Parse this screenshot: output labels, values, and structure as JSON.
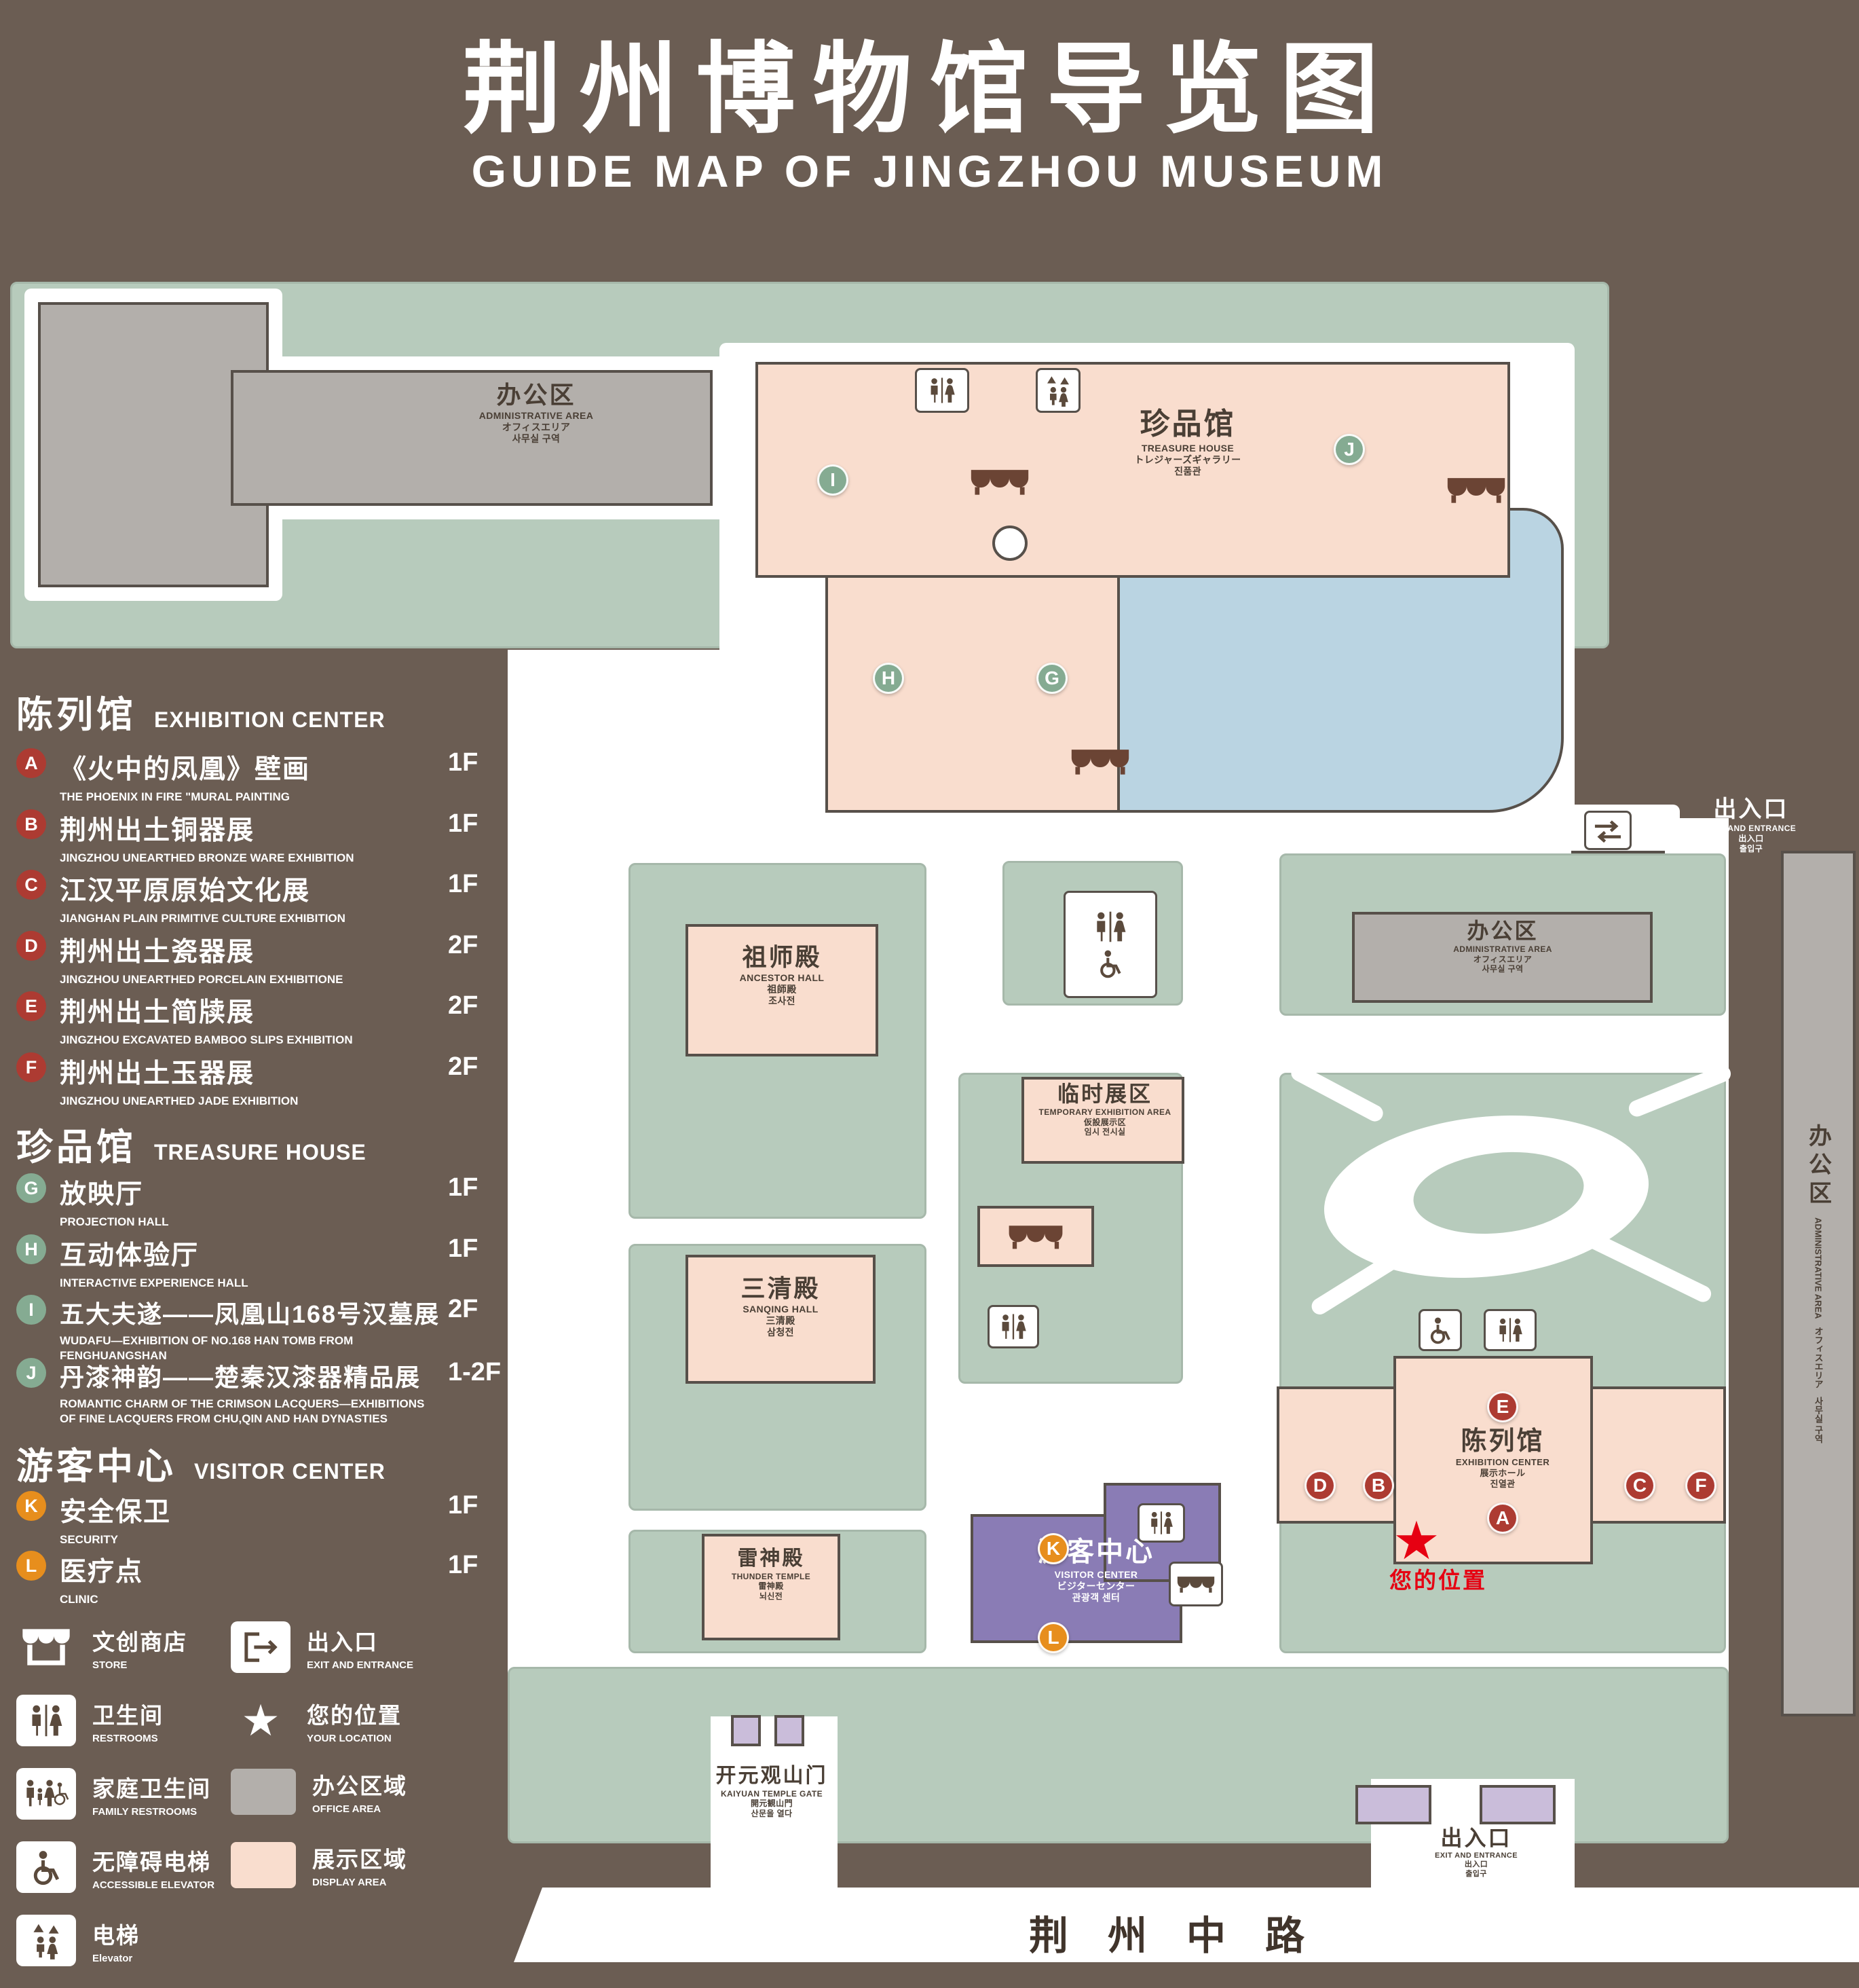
{
  "header": {
    "title_zh": "荆州博物馆导览图",
    "title_en": "GUIDE MAP OF JINGZHOU MUSEUM"
  },
  "sidebar": {
    "sections": {
      "exhibition": {
        "zh": "陈列馆",
        "en": "EXHIBITION CENTER"
      },
      "treasure": {
        "zh": "珍品馆",
        "en": "TREASURE HOUSE"
      },
      "visitor": {
        "zh": "游客中心",
        "en": "VISITOR CENTER"
      }
    },
    "items": {
      "a": {
        "letter": "A",
        "zh": "《火中的凤凰》壁画",
        "en": "THE PHOENIX IN FIRE \"MURAL PAINTING",
        "floor": "1F"
      },
      "b": {
        "letter": "B",
        "zh": "荆州出土铜器展",
        "en": "JINGZHOU UNEARTHED BRONZE WARE EXHIBITION",
        "floor": "1F"
      },
      "c": {
        "letter": "C",
        "zh": "江汉平原原始文化展",
        "en": "JIANGHAN PLAIN PRIMITIVE CULTURE EXHIBITION",
        "floor": "1F"
      },
      "d": {
        "letter": "D",
        "zh": "荆州出土瓷器展",
        "en": "JINGZHOU UNEARTHED PORCELAIN EXHIBITIONE",
        "floor": "2F"
      },
      "e": {
        "letter": "E",
        "zh": "荆州出土简牍展",
        "en": "JINGZHOU EXCAVATED BAMBOO SLIPS EXHIBITION",
        "floor": "2F"
      },
      "f": {
        "letter": "F",
        "zh": "荆州出土玉器展",
        "en": "JINGZHOU UNEARTHED JADE EXHIBITION",
        "floor": "2F"
      },
      "g": {
        "letter": "G",
        "zh": "放映厅",
        "en": "PROJECTION HALL",
        "floor": "1F"
      },
      "h": {
        "letter": "H",
        "zh": "互动体验厅",
        "en": "INTERACTIVE EXPERIENCE HALL",
        "floor": "1F"
      },
      "i": {
        "letter": "I",
        "zh": "五大夫遂——凤凰山168号汉墓展",
        "en": "WUDAFU—EXHIBITION OF NO.168 HAN TOMB FROM FENGHUANGSHAN",
        "floor": "2F"
      },
      "j": {
        "letter": "J",
        "zh": "丹漆神韵——楚秦汉漆器精品展",
        "en": "ROMANTIC CHARM OF THE CRIMSON LACQUERS—EXHIBITIONS OF FINE LACQUERS FROM CHU,QIN AND HAN DYNASTIES",
        "floor": "1-2F"
      },
      "k": {
        "letter": "K",
        "zh": "安全保卫",
        "en": "SECURITY",
        "floor": "1F"
      },
      "l": {
        "letter": "L",
        "zh": "医疗点",
        "en": "CLINIC",
        "floor": "1F"
      }
    },
    "legend": {
      "store": {
        "zh": "文创商店",
        "en": "STORE"
      },
      "exit": {
        "zh": "出入口",
        "en": "EXIT AND ENTRANCE"
      },
      "restrooms": {
        "zh": "卫生间",
        "en": "RESTROOMS"
      },
      "location": {
        "zh": "您的位置",
        "en": "YOUR LOCATION"
      },
      "family": {
        "zh": "家庭卫生间",
        "en": "FAMILY RESTROOMS"
      },
      "office": {
        "zh": "办公区域",
        "en": "OFFICE AREA"
      },
      "accessible": {
        "zh": "无障碍电梯",
        "en": "ACCESSIBLE ELEVATOR"
      },
      "display": {
        "zh": "展示区域",
        "en": "DISPLAY AREA"
      },
      "elevator": {
        "zh": "电梯",
        "en": "Elevator"
      }
    }
  },
  "map": {
    "office_top": {
      "zh": "办公区",
      "en": "ADMINISTRATIVE AREA",
      "jp": "オフィスエリア",
      "kr": "사무실 구역"
    },
    "treasure": {
      "zh": "珍品馆",
      "en": "TREASURE HOUSE",
      "jp": "トレジャーズギャラリー",
      "kr": "진품관"
    },
    "exit_ne": {
      "zh": "出入口",
      "en": "EXIT AND ENTRANCE",
      "jp": "出入口",
      "kr": "출입구"
    },
    "office_mid": {
      "zh": "办公区",
      "en": "ADMINISTRATIVE AREA",
      "jp": "オフィスエリア",
      "kr": "사무실 구역"
    },
    "office_right": {
      "zh": "办公区",
      "en": "ADMINISTRATIVE AREA",
      "jp": "オフィスエリア",
      "kr": "사무실 구역"
    },
    "ancestor": {
      "zh": "祖师殿",
      "en": "ANCESTOR HALL",
      "jp": "祖師殿",
      "kr": "조사전"
    },
    "temporary": {
      "zh": "临时展区",
      "en": "TEMPORARY EXHIBITION AREA",
      "jp": "仮設展示区",
      "kr": "임시 전시실"
    },
    "sanqing": {
      "zh": "三清殿",
      "en": "SANQING HALL",
      "jp": "三清殿",
      "kr": "삼청전"
    },
    "thunder": {
      "zh": "雷神殿",
      "en": "THUNDER TEMPLE",
      "jp": "雷神殿",
      "kr": "뇌신전"
    },
    "visitor": {
      "zh": "游客中心",
      "en": "VISITOR CENTER",
      "jp": "ビジターセンター",
      "kr": "관광객 센터"
    },
    "exhibition": {
      "zh": "陈列馆",
      "en": "EXHIBITION CENTER",
      "jp": "展示ホール",
      "kr": "진열관"
    },
    "gate": {
      "zh": "开元观山门",
      "en": "KAIYUAN TEMPLE GATE",
      "jp": "開元観山門",
      "kr": "산문을 열다"
    },
    "exit_s": {
      "zh": "出入口",
      "en": "EXIT AND ENTRANCE",
      "jp": "出入口",
      "kr": "출입구"
    },
    "your_location": "您的位置",
    "road": "荆州中路"
  },
  "colors": {
    "background": "#6b5d53",
    "green": "#b7cbbc",
    "display_pink": "#f9ddce",
    "office_gray": "#b3afab",
    "water_blue": "#bad4e2",
    "visitor_purple": "#8a7cb5",
    "lavender": "#cabdda",
    "marker_red": "#ad3b32",
    "marker_green": "#85ab92",
    "marker_orange": "#e78e1d",
    "location_red": "#e60012"
  }
}
